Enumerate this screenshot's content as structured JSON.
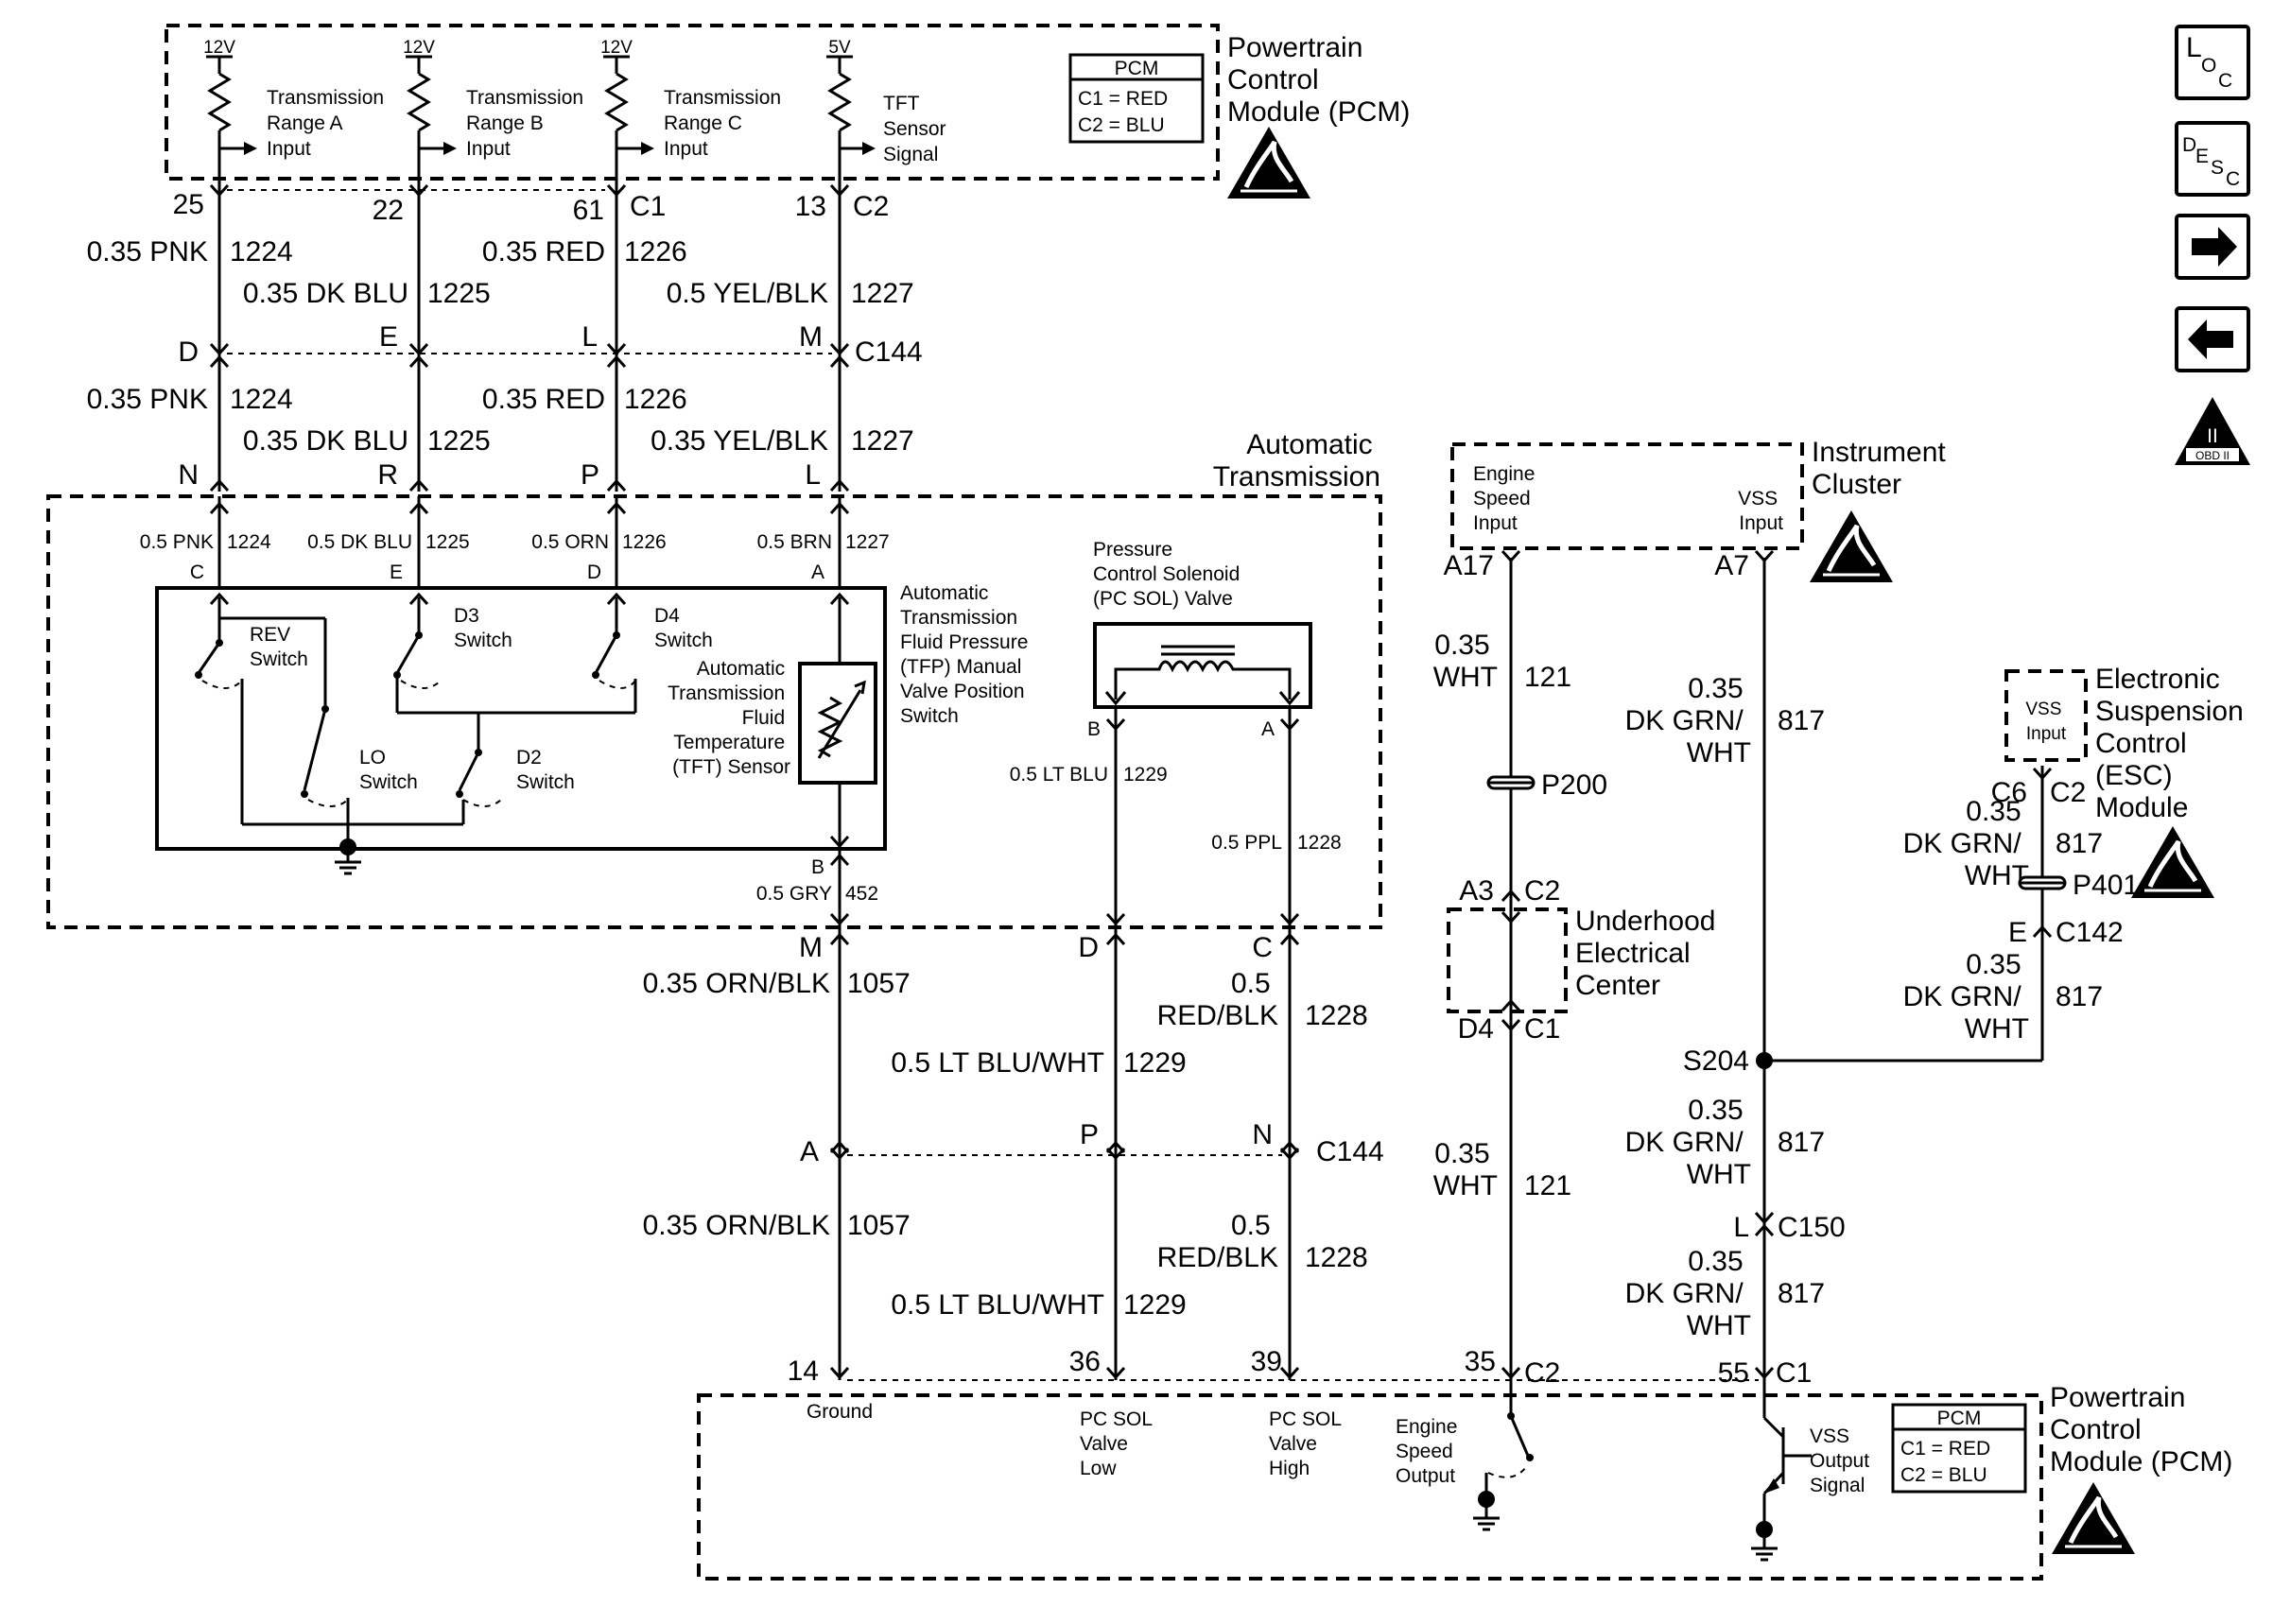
{
  "pcm_top": {
    "title": [
      "Powertrain",
      "Control",
      "Module (PCM)"
    ],
    "legend": {
      "header": "PCM",
      "c1": "C1 = RED",
      "c2": "C2 = BLU"
    },
    "inputs": [
      {
        "volt": "12V",
        "label": [
          "Transmission",
          "Range A",
          "Input"
        ],
        "pin": "25",
        "conn": ""
      },
      {
        "volt": "12V",
        "label": [
          "Transmission",
          "Range B",
          "Input"
        ],
        "pin": "22",
        "conn": ""
      },
      {
        "volt": "12V",
        "label": [
          "Transmission",
          "Range C",
          "Input"
        ],
        "pin": "61",
        "conn": "C1"
      },
      {
        "volt": "5V",
        "label": [
          "TFT",
          "Sensor",
          "Signal"
        ],
        "pin": "13",
        "conn": "C2"
      }
    ]
  },
  "upper_wires": {
    "row1": [
      {
        "gauge": "0.35 PNK",
        "circuit": "1224"
      },
      {
        "gauge": "0.35 DK BLU",
        "circuit": "1225"
      },
      {
        "gauge": "0.35 RED",
        "circuit": "1226"
      },
      {
        "gauge": "0.5 YEL/BLK",
        "circuit": "1227"
      }
    ],
    "c144_pins": [
      "D",
      "E",
      "L",
      "M"
    ],
    "c144_label": "C144",
    "row2": [
      {
        "gauge": "0.35 PNK",
        "circuit": "1224"
      },
      {
        "gauge": "0.35 DK BLU",
        "circuit": "1225"
      },
      {
        "gauge": "0.35 RED",
        "circuit": "1226"
      },
      {
        "gauge": "0.35 YEL/BLK",
        "circuit": "1227"
      }
    ],
    "trans_pins": [
      "N",
      "R",
      "P",
      "L"
    ]
  },
  "auto_trans": {
    "title": [
      "Automatic",
      "Transmission"
    ],
    "internal_wires": [
      {
        "label": "0.5 PNK",
        "circuit": "1224",
        "pin": "C"
      },
      {
        "label": "0.5 DK BLU",
        "circuit": "1225",
        "pin": "E"
      },
      {
        "label": "0.5 ORN",
        "circuit": "1226",
        "pin": "D"
      },
      {
        "label": "0.5 BRN",
        "circuit": "1227",
        "pin": "A"
      }
    ],
    "switches": {
      "rev": [
        "REV",
        "Switch"
      ],
      "d3": [
        "D3",
        "Switch"
      ],
      "d4": [
        "D4",
        "Switch"
      ],
      "lo": [
        "LO",
        "Switch"
      ],
      "d2": [
        "D2",
        "Switch"
      ]
    },
    "tfp_label": [
      "Automatic",
      "Transmission",
      "Fluid Pressure",
      "(TFP) Manual",
      "Valve Position",
      "Switch"
    ],
    "tft_label": [
      "Automatic",
      "Transmission",
      "Fluid",
      "Temperature",
      "(TFT) Sensor"
    ],
    "tft_b_pin": "B",
    "gry_wire": {
      "label": "0.5 GRY",
      "circuit": "452"
    },
    "pc_sol": {
      "label": [
        "Pressure",
        "Control Solenoid",
        "(PC SOL) Valve"
      ],
      "pin_b": "B",
      "pin_a": "A",
      "lt_blu": {
        "label": "0.5 LT BLU",
        "circuit": "1229"
      },
      "ppl": {
        "label": "0.5 PPL",
        "circuit": "1228"
      }
    },
    "out_pins": [
      "M",
      "D",
      "C"
    ]
  },
  "lower_wires": {
    "orn_blk": {
      "gauge": "0.35 ORN/BLK",
      "circuit": "1057"
    },
    "lt_blu_wht": {
      "gauge": "0.5 LT BLU/WHT",
      "circuit": "1229"
    },
    "red_blk": {
      "gauge": [
        "0.5",
        "RED/BLK"
      ],
      "circuit": "1228"
    },
    "c144_pins": [
      "A",
      "P",
      "N"
    ],
    "c144_label": "C144"
  },
  "instrument_cluster": {
    "title": [
      "Instrument",
      "Cluster"
    ],
    "engine_speed_input": [
      "Engine",
      "Speed",
      "Input"
    ],
    "vss_input": [
      "VSS",
      "Input"
    ],
    "pin_a17": "A17",
    "pin_a7": "A7"
  },
  "wht_wire": {
    "gauge": [
      "0.35",
      "WHT"
    ],
    "circuit": "121"
  },
  "splice_p200": "P200",
  "uec": {
    "title": [
      "Underhood",
      "Electrical",
      "Center"
    ],
    "top_pin": "A3",
    "top_conn": "C2",
    "bottom_pin": "D4",
    "bottom_conn": "C1"
  },
  "grn_wire": {
    "gauge": [
      "0.35",
      "DK GRN/",
      "WHT"
    ],
    "circuit": "817"
  },
  "esc": {
    "title": [
      "Electronic",
      "Suspension",
      "Control",
      "(ESC)",
      "Module"
    ],
    "vss_input": [
      "VSS",
      "Input"
    ],
    "pin": "C6",
    "conn": "C2"
  },
  "splice_p401": "P401",
  "c142": {
    "pin": "E",
    "label": "C142"
  },
  "splice_s204": "S204",
  "c150": {
    "pin": "L",
    "label": "C150"
  },
  "pcm_bottom": {
    "title": [
      "Powertrain",
      "Control",
      "Module (PCM)"
    ],
    "legend": {
      "header": "PCM",
      "c1": "C1 = RED",
      "c2": "C2 = BLU"
    },
    "pins": [
      {
        "num": "14",
        "label": [
          "Ground"
        ]
      },
      {
        "num": "36",
        "label": [
          "PC SOL",
          "Valve",
          "Low"
        ]
      },
      {
        "num": "39",
        "label": [
          "PC SOL",
          "Valve",
          "High"
        ]
      },
      {
        "num": "35",
        "label": [
          "Engine",
          "Speed",
          "Output"
        ]
      },
      {
        "num": "55",
        "label": [
          "VSS",
          "Output",
          "Signal"
        ]
      }
    ],
    "conn_c2": "C2",
    "conn_c1": "C1"
  },
  "nav_icons": [
    {
      "name": "loc-icon",
      "text": [
        "L",
        "O",
        "C"
      ]
    },
    {
      "name": "desc-icon",
      "text": [
        "D",
        "E",
        "S",
        "C"
      ]
    },
    {
      "name": "next-arrow-icon"
    },
    {
      "name": "back-arrow-icon"
    },
    {
      "name": "obd-ii-icon",
      "text": [
        "II",
        "OBD II"
      ]
    }
  ]
}
